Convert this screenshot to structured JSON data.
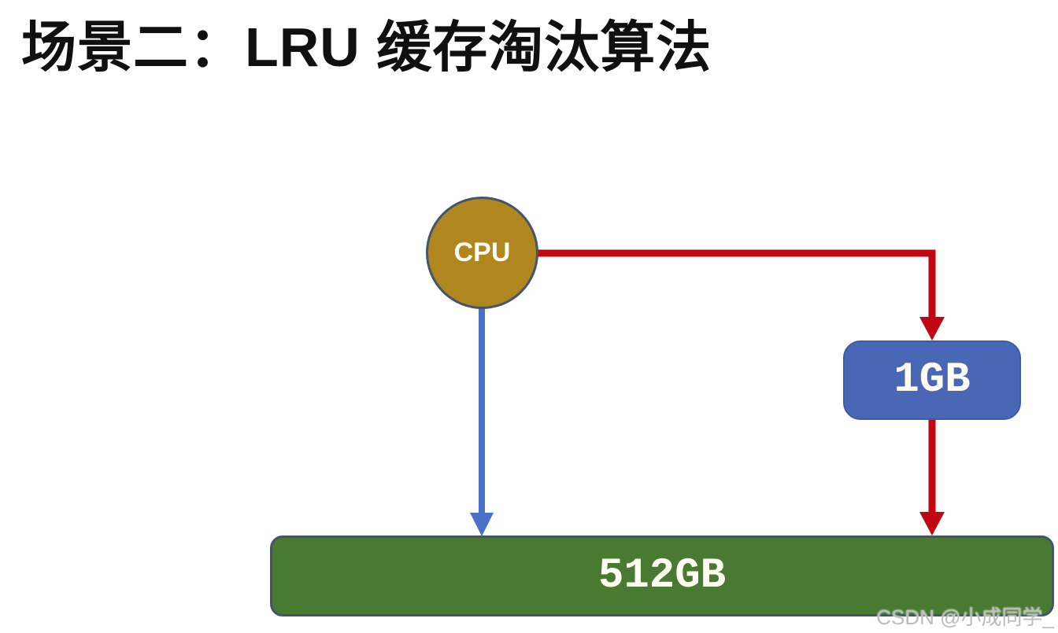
{
  "title": "场景二：LRU 缓存淘汰算法",
  "diagram": {
    "nodes": {
      "cpu": {
        "label": "CPU",
        "shape": "circle",
        "fill": "#b0861f",
        "border": "#44546a",
        "text_color": "#fffdf4"
      },
      "cache": {
        "label": "1GB",
        "shape": "rounded-rect",
        "fill": "#4a67b5",
        "border": "#3e59a6",
        "text_color": "#ffffff"
      },
      "memory": {
        "label": "512GB",
        "shape": "rounded-rect",
        "fill": "#487a31",
        "border": "#44546a",
        "text_color": "#ffffff"
      }
    },
    "arrows": [
      {
        "name": "cpu-to-cache",
        "from": "cpu",
        "to": "cache",
        "color": "#c00712",
        "style": "elbow-right-down"
      },
      {
        "name": "cache-to-memory",
        "from": "cache",
        "to": "memory",
        "color": "#c00712",
        "style": "straight-down"
      },
      {
        "name": "cpu-to-memory",
        "from": "cpu",
        "to": "memory",
        "color": "#4b70c9",
        "style": "straight-down"
      }
    ]
  },
  "watermark": "CSDN @小成同学_"
}
